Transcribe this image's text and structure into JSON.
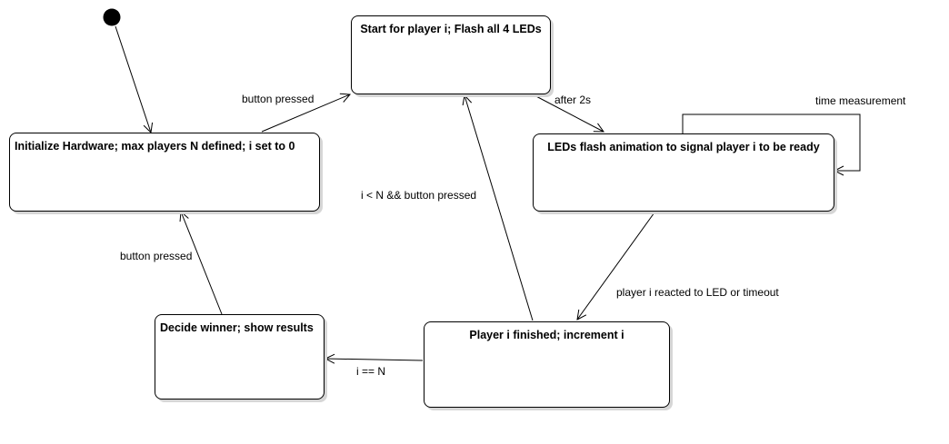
{
  "states": {
    "init": {
      "title": "Initialize Hardware; max players N defined; i set to 0"
    },
    "start": {
      "title": "Start for player i; Flash all 4 LEDs"
    },
    "leds": {
      "title": "LEDs flash animation to signal player i to be ready"
    },
    "finished": {
      "title": "Player i finished; increment i"
    },
    "decide": {
      "title": "Decide winner; show results"
    }
  },
  "transitions": {
    "init_to_start": "button pressed",
    "start_to_leds": "after 2s",
    "leds_self": "time measurement",
    "finished_to_start": "i < N && button pressed",
    "leds_to_finished": "player i reacted to LED or timeout",
    "finished_to_decide": "i == N",
    "decide_to_init": "button pressed"
  }
}
